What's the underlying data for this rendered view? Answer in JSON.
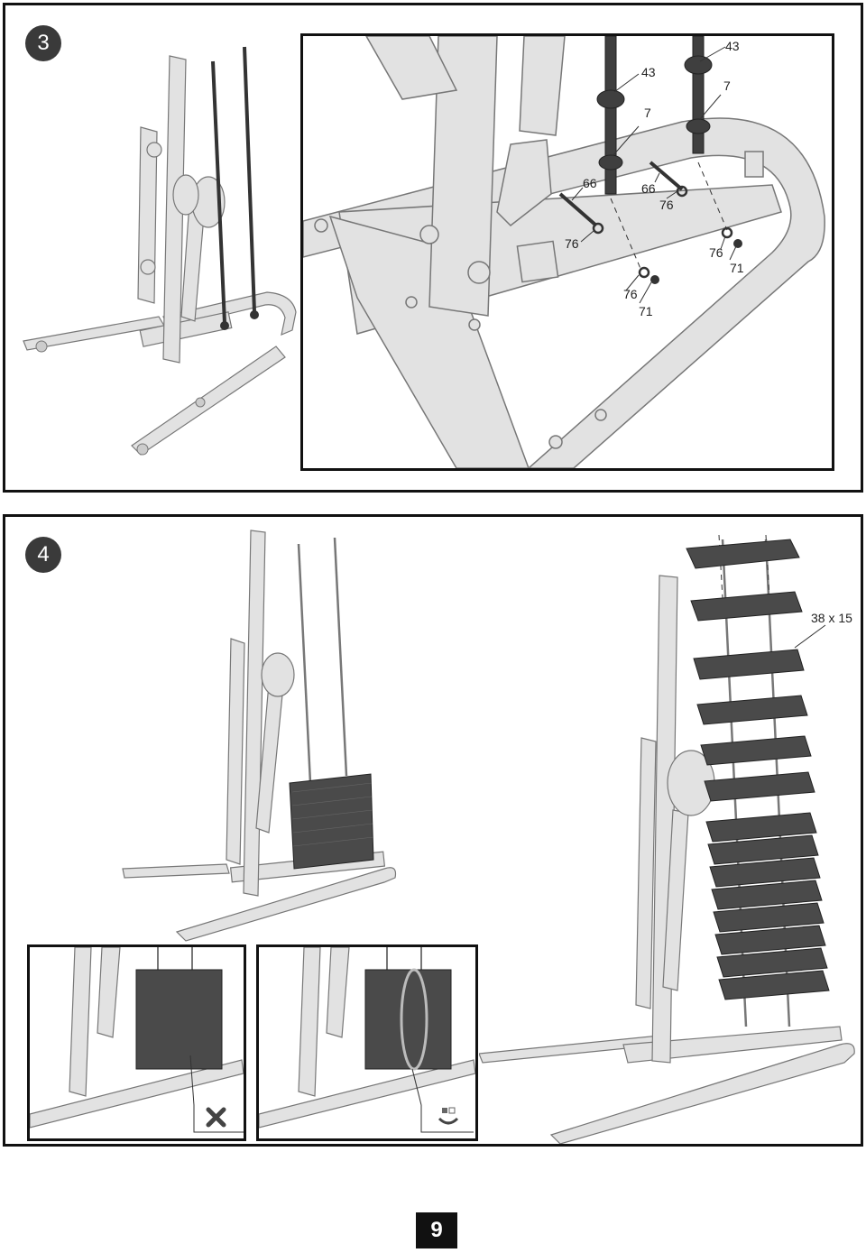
{
  "steps": [
    {
      "number": "3",
      "parts": [
        {
          "text": "43"
        },
        {
          "text": "43"
        },
        {
          "text": "7"
        },
        {
          "text": "7"
        },
        {
          "text": "66"
        },
        {
          "text": "66"
        },
        {
          "text": "76"
        },
        {
          "text": "76"
        },
        {
          "text": "76"
        },
        {
          "text": "76"
        },
        {
          "text": "71"
        },
        {
          "text": "71"
        }
      ]
    },
    {
      "number": "4",
      "parts": [
        {
          "text": "38 x 15"
        }
      ]
    }
  ],
  "page_number": "9",
  "colors": {
    "frame": "#dcdcdc",
    "frame_stroke": "#7a7a7a",
    "dark_part": "#3f3f3f",
    "weight": "#4a4a4a"
  },
  "icons": {
    "wrong": "cross-mark-icon",
    "correct": "tool-check-icon"
  }
}
